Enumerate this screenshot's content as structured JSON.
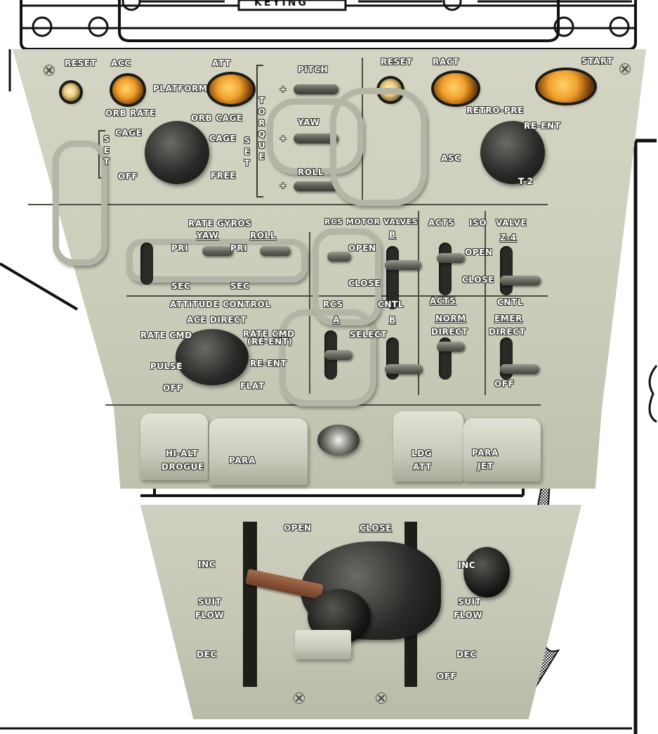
{
  "top_strip": {
    "label": "KEYING"
  },
  "upper_panel": {
    "reset_left": "RESET",
    "acc": "ACC",
    "att": "ATT",
    "platform": "PLATFORM",
    "orb_rate": "ORB RATE",
    "orb_cage": "ORB CAGE",
    "cage_left": "CAGE",
    "cage_right": "CAGE",
    "set_left": "SET",
    "set_right": "SET",
    "off_left": "OFF",
    "free": "FREE",
    "torque": "TORQUE",
    "pitch": "PITCH",
    "yaw_torque": "YAW",
    "roll_torque": "ROLL",
    "plus": "+",
    "reset_right": "RESET",
    "ract": "RACT",
    "start": "START",
    "retro_pre": "RETRO-PRE",
    "re_ent_top": "RE-ENT",
    "asc": "ASC",
    "t2": "T-2",
    "rate_gyros": "RATE GYROS",
    "yaw": "YAW",
    "roll": "ROLL",
    "pri_1": "PRI",
    "pri_2": "PRI",
    "sec_1": "SEC",
    "sec_2": "SEC",
    "rcs_motor_valves": "RCS MOTOR VALVES",
    "open_rcs": "OPEN",
    "close_rcs": "CLOSE",
    "b_top": "B",
    "acts_iso": "ACTS",
    "iso": "ISO",
    "valve": "VALVE",
    "z4": "Z-4",
    "open_acts": "OPEN",
    "close_acts": "CLOSE",
    "attitude_control": "ATTITUDE CONTROL",
    "ace_direct": "ACE DIRECT",
    "rate_cmd": "RATE CMD",
    "rate_cmd_reent_1": "RATE CMD",
    "rate_cmd_reent_2": "(RE-ENT)",
    "re_ent_mid": "RE-ENT",
    "pulse": "PULSE",
    "off_att": "OFF",
    "flat": "FLAT",
    "rcs": "RCS",
    "a": "A",
    "select": "SELECT",
    "cntl_1": "CNTL",
    "b_mid": "B",
    "acts_2": "ACTS",
    "norm": "NORM",
    "direct_1": "DIRECT",
    "cntl_2": "CNTL",
    "emer": "EMER",
    "direct_2": "DIRECT",
    "off_right": "OFF",
    "hi_alt": "HI-ALT",
    "drogue": "DROGUE",
    "para_1": "PARA",
    "ldg": "LDG",
    "att_bottom": "ATT",
    "para_2": "PARA",
    "jet": "JET"
  },
  "lower_panel": {
    "open": "OPEN",
    "close": "CLOSE",
    "inc_left": "INC",
    "suit_left": "SUIT",
    "flow_left": "FLOW",
    "dec_left": "DEC",
    "inc_right": "INC",
    "suit_right": "SUIT",
    "flow_right": "FLOW",
    "dec_right": "DEC",
    "off": "OFF"
  },
  "colors": {
    "panel": "#cfd0bd",
    "label_text": "#ffffff",
    "lamp": "#f0a02c"
  }
}
